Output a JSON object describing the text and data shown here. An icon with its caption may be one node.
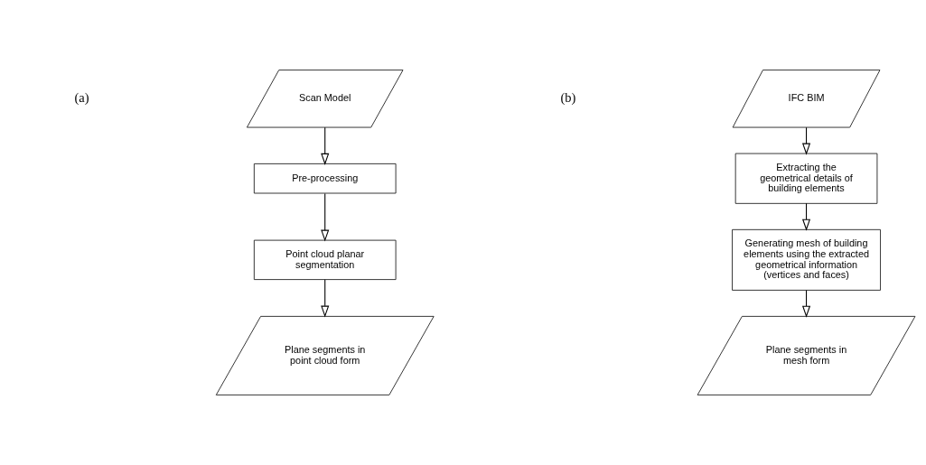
{
  "diagram": {
    "nodes": [
      {
        "text": [
          "Scan Model"
        ]
      },
      {
        "text": [
          "Pre-processing"
        ]
      },
      {
        "text": [
          "Point cloud planar segmentation"
        ]
      },
      {
        "text": [
          "Plane segments in point cloud form"
        ]
      },
      {
        "text": [
          "IFC BIM"
        ]
      },
      {
        "text": [
          "Extracting the geometrical details of building elements"
        ]
      },
      {
        "text": [
          "Generating mesh of building elements using the extracted geometrical information (vertices and faces)"
        ]
      },
      {
        "text": [
          "Plane segments in mesh form"
        ]
      }
    ],
    "edges": [
      {
        "from": 0,
        "to": 1,
        "arrow": "to"
      },
      {
        "from": 1,
        "to": 2,
        "arrow": "to"
      },
      {
        "from": 2,
        "to": 3,
        "arrow": "to"
      },
      {
        "from": 4,
        "to": 5,
        "arrow": "to"
      },
      {
        "from": 5,
        "to": 6,
        "arrow": "to"
      },
      {
        "from": 6,
        "to": 7,
        "arrow": "to"
      }
    ],
    "labels": [
      "(a)",
      "(b)"
    ]
  }
}
